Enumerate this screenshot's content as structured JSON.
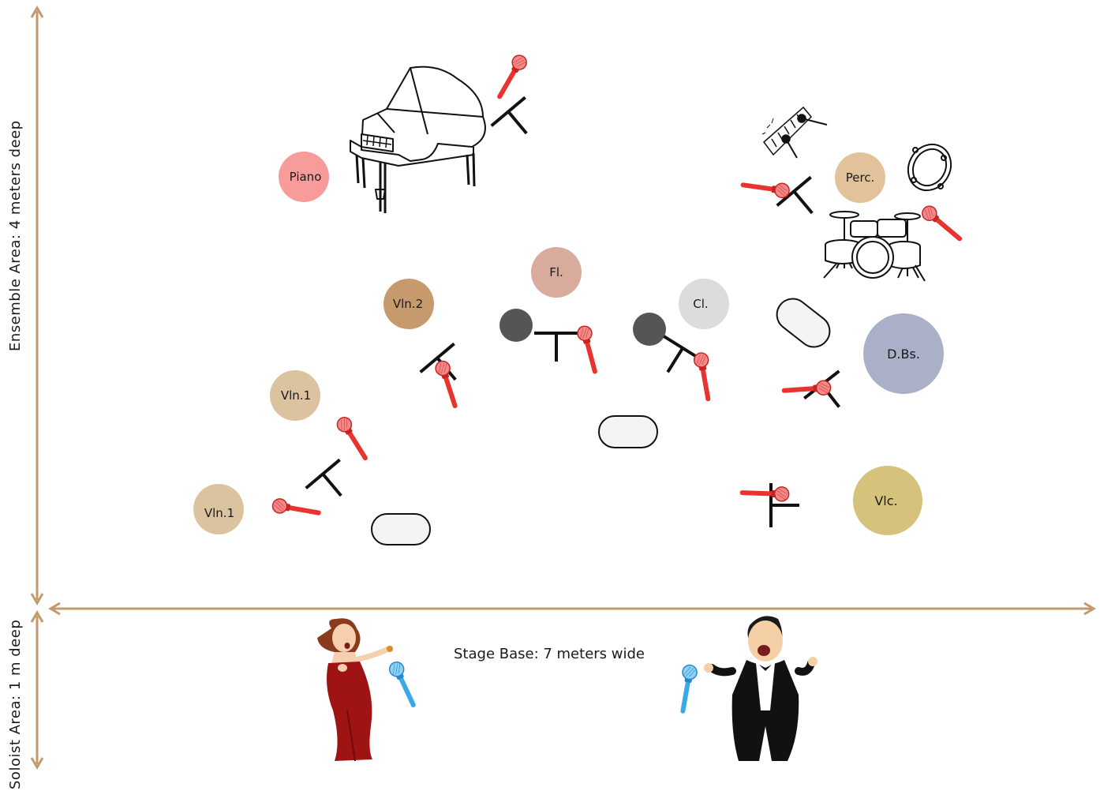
{
  "labels": {
    "ensemble_area": "Ensemble  Area:   4 meters deep",
    "soloist_area": "Soloist  Area:  1 m  deep",
    "stage_base": "Stage Base: 7 meters wide"
  },
  "players": [
    {
      "id": "piano",
      "label": "Piano",
      "color": "#f79b9b"
    },
    {
      "id": "perc",
      "label": "Perc.",
      "color": "#e1c29b"
    },
    {
      "id": "fl",
      "label": "Fl.",
      "color": "#d9ab9c"
    },
    {
      "id": "vln2",
      "label": "Vln.2",
      "color": "#c69a6c"
    },
    {
      "id": "cl",
      "label": "Cl.",
      "color": "#dcdcdc"
    },
    {
      "id": "dbs",
      "label": "D.Bs.",
      "color": "#aab0c7"
    },
    {
      "id": "vln1-upper",
      "label": "Vln.1",
      "color": "#dcc3a0"
    },
    {
      "id": "vln1-lower",
      "label": "Vln.1",
      "color": "#dcc3a0"
    },
    {
      "id": "vlc",
      "label": "Vlc.",
      "color": "#d5c27b"
    }
  ],
  "colors": {
    "axis": "#c49a6c",
    "mic_ensemble": "#e8332f",
    "mic_soloist": "#3aa9e8",
    "stand": "#111111",
    "monitor_fill": "#f4f4f4"
  },
  "icons": [
    "grand-piano-icon",
    "xylophone-icon",
    "tambourine-icon",
    "drum-kit-icon",
    "female-singer-icon",
    "male-singer-icon",
    "microphone-icon",
    "mic-stand-icon"
  ]
}
